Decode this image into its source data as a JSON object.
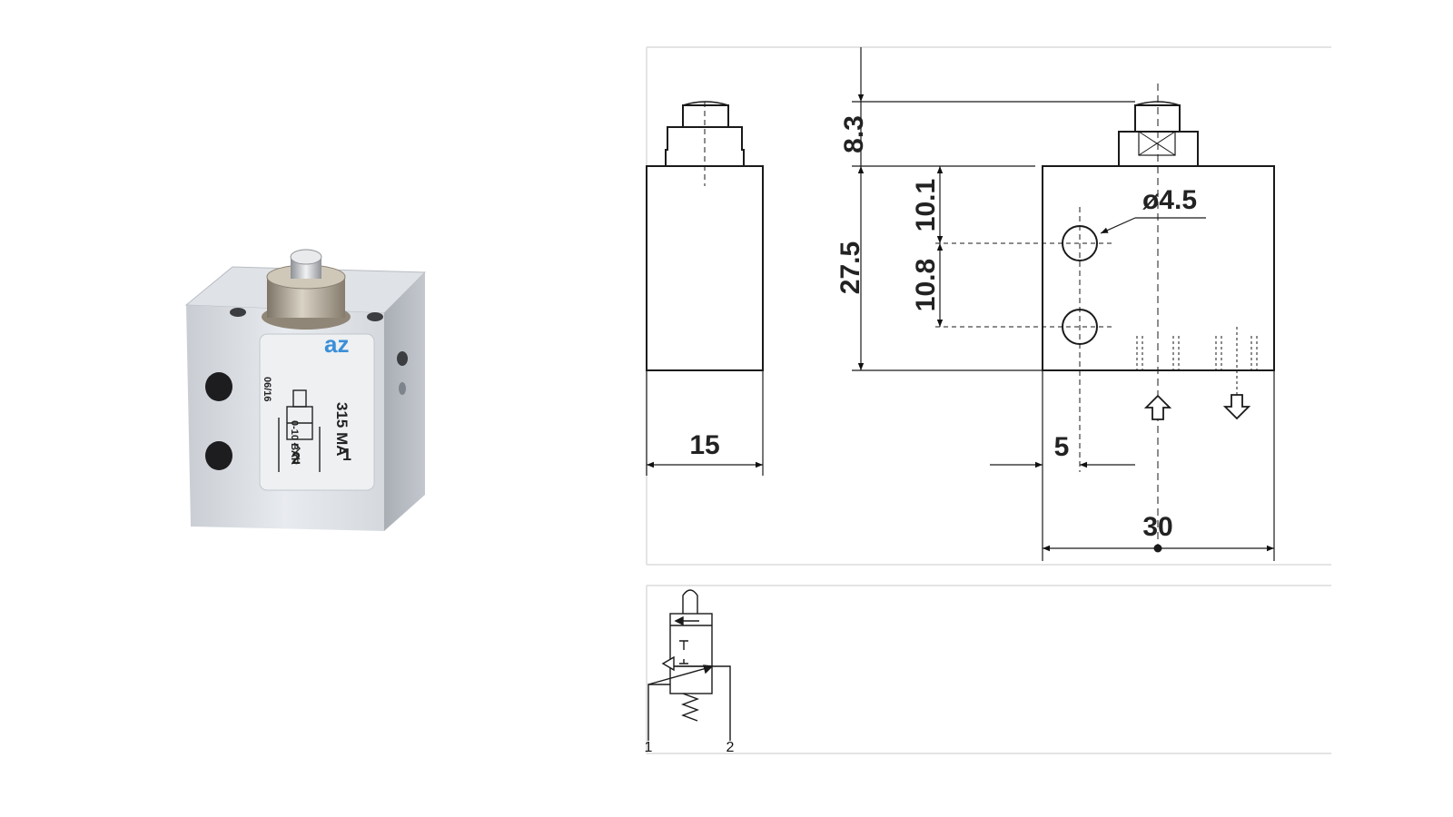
{
  "product": {
    "brand": "az",
    "model": "315 MA",
    "date_code": "06/16",
    "pressure_range": "0-10 BAR",
    "port_1": "1",
    "port_2": "2"
  },
  "drawing": {
    "dim_width_side": "15",
    "dim_height_stem": "8.3",
    "dim_height_body": "27.5",
    "dim_hole_top": "10.1",
    "dim_hole_spacing": "10.8",
    "dim_hole_diameter": "ø4.5",
    "dim_hole_offset": "5",
    "dim_width_front": "30"
  },
  "symbol": {
    "port_1": "1",
    "port_2": "2"
  },
  "colors": {
    "line": "#1a1a1a",
    "frame": "#dcdcdc",
    "body_light": "#e4e7ec",
    "body_dark": "#9ea4ac",
    "logo_blue": "#3a8fd8"
  }
}
